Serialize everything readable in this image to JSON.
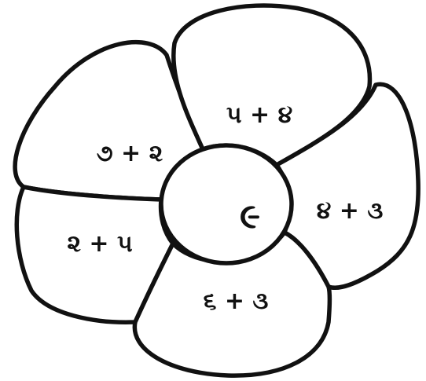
{
  "flower": {
    "center": "૯",
    "petals": [
      {
        "id": "top",
        "expression": "૫ + ૪"
      },
      {
        "id": "upper-left",
        "expression": "૭ + ૨"
      },
      {
        "id": "right",
        "expression": "૪ + ૩"
      },
      {
        "id": "lower-left",
        "expression": "૨ + ૫"
      },
      {
        "id": "bottom",
        "expression": "૬ + ૩"
      }
    ]
  },
  "colors": {
    "outline": "#111111",
    "fill": "#ffffff"
  }
}
